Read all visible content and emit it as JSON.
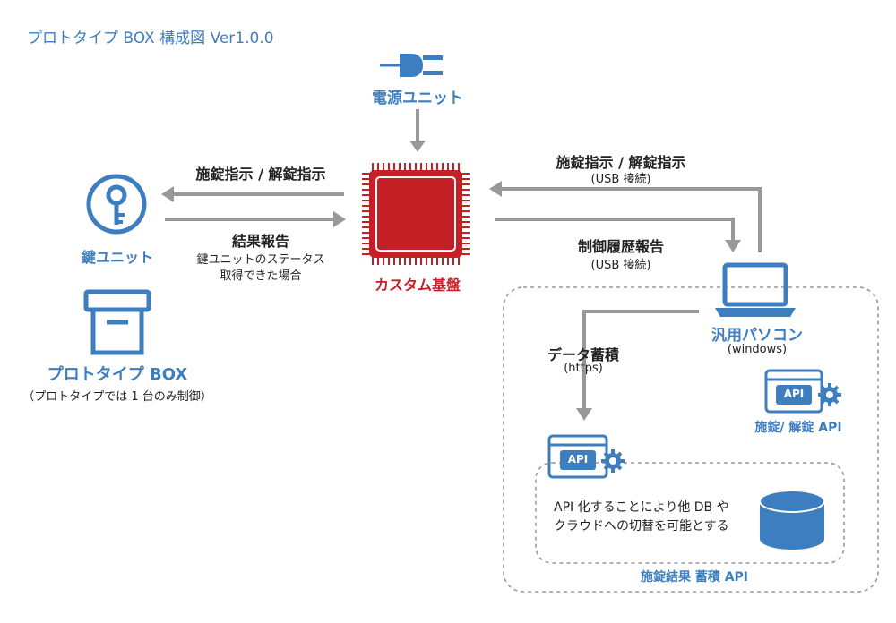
{
  "title": "プロトタイプ BOX 構成図 Ver1.0.0",
  "power_unit": {
    "label": "電源ユニット"
  },
  "custom_board": {
    "label": "カスタム基盤"
  },
  "key_unit": {
    "label": "鍵ユニット"
  },
  "prototype_box": {
    "label": "プロトタイプ BOX",
    "note": "（プロトタイプでは 1 台のみ制御）"
  },
  "left_arrows": {
    "lock_cmd": "施錠指示 / 解錠指示",
    "result_title": "結果報告",
    "result_note_1": "鍵ユニットのステータス",
    "result_note_2": "取得できた場合"
  },
  "right_arrows": {
    "lock_cmd": "施錠指示 / 解錠指示",
    "lock_cmd_sub": "(USB 接続)",
    "history": "制御履歴報告",
    "history_sub": "(USB 接続)"
  },
  "pc": {
    "label": "汎用パソコン",
    "sub": "(windows)"
  },
  "data_store": {
    "label": "データ蓄積",
    "sub": "(https)"
  },
  "lock_api": {
    "badge": "API",
    "label": "施錠/ 解錠 API"
  },
  "store_api": {
    "badge": "API"
  },
  "api_note": {
    "line1": "API 化することにより他 DB や",
    "line2": "クラウドへの切替を可能とする"
  },
  "store_group": {
    "label": "施錠結果 蓄積 API"
  },
  "colors": {
    "blue": "#3d7ec1",
    "red": "#c62027",
    "gray": "#999999",
    "dark": "#222222"
  }
}
